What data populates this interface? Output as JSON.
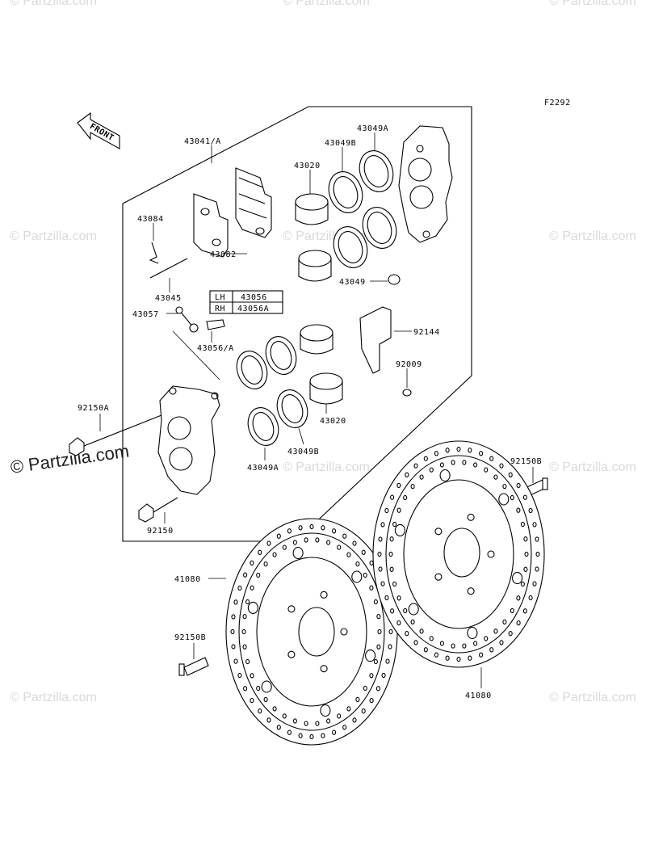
{
  "diagram_code": "F2292",
  "front_arrow_label": "FRONT",
  "watermark_text": "© Partzilla.com",
  "colors": {
    "ink": "#000000",
    "watermark": "#d9d9d9",
    "background": "#ffffff"
  },
  "parts": {
    "caliper_assy": "43041/A",
    "pad_spring": "43084",
    "pin": "43045",
    "pad": "43082",
    "bleeder_cap": "43057",
    "bleeder_valve": "43056/A",
    "piston_upper": "43020",
    "seal_b_upper": "43049B",
    "seal_a_upper": "43049A",
    "cap_nut": "43049",
    "bracket": "92144",
    "bolt_bracket": "92009",
    "piston_lower": "43020",
    "seal_b_lower": "43049B",
    "seal_a_lower": "43049A",
    "bolt_a": "92150A",
    "bolt": "92150",
    "bolt_b_right": "92150B",
    "bolt_b_left": "92150B",
    "disc_left": "41080",
    "disc_right": "41080"
  },
  "side_table": {
    "rows": [
      {
        "side": "LH",
        "part": "43056"
      },
      {
        "side": "RH",
        "part": "43056A"
      }
    ]
  }
}
